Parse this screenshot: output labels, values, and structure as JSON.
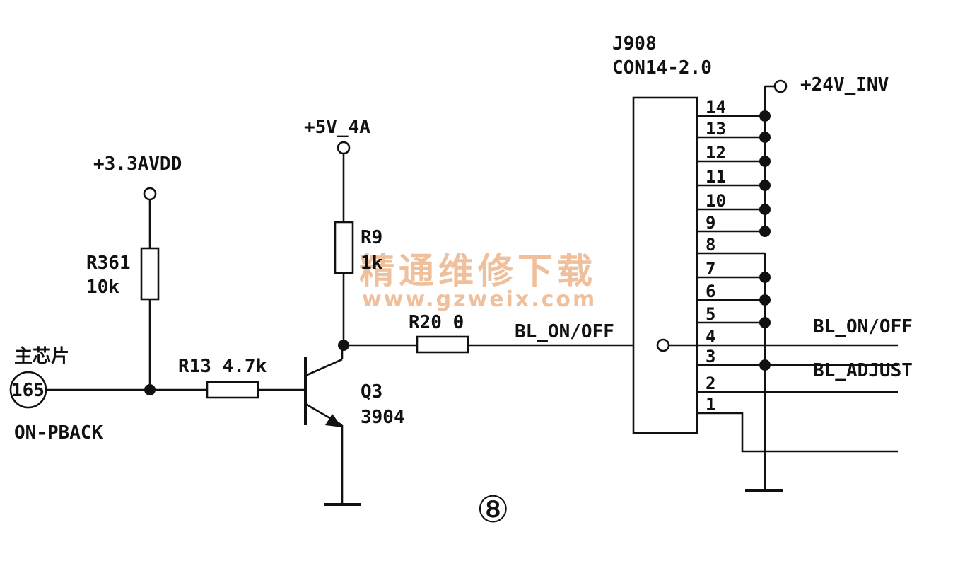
{
  "watermark": {
    "text_cn": "精通维修下载",
    "url": "www.gzweix.com"
  },
  "figure_number": "⑧",
  "labels": {
    "main_chip": "主芯片",
    "pin_165": "165",
    "on_pback": "ON-PBACK",
    "vdd33": "+3.3AVDD",
    "r361_name": "R361",
    "r361_value": "10k",
    "r13": "R13 4.7k",
    "v5": "+5V_4A",
    "r9_name": "R9",
    "r9_value": "1k",
    "r20": "R20 0",
    "q3_name": "Q3",
    "q3_part": "3904",
    "net_bl_onoff": "BL_ON/OFF",
    "j908_name": "J908",
    "j908_part": "CON14-2.0",
    "v24": "+24V_INV",
    "out_bl_onoff": "BL_ON/OFF",
    "out_bl_adjust": "BL_ADJUST"
  },
  "connector_pins": [
    "14",
    "13",
    "12",
    "11",
    "10",
    "9",
    "8",
    "7",
    "6",
    "5",
    "4",
    "3",
    "2",
    "1"
  ],
  "colors": {
    "ink": "#111111",
    "watermark": "#f0c09c",
    "background": "#ffffff"
  }
}
